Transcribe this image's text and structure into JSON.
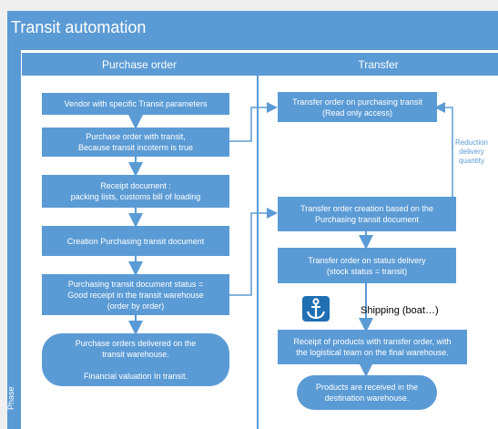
{
  "title": "Transit automation",
  "phase_label": "Phase",
  "lanes": [
    "Purchase order",
    "Transfer"
  ],
  "purchase_steps": [
    "Vendor with specific Transit parameters",
    "Purchase order with transit,\nBecause transit incoterm is true",
    "Receipt document :\npacking lists, customs bill of loading",
    "Creation Purchasing transit document",
    "Purchasing transit document status =\nGood receipt in the transit warehouse\n(order by order)",
    "Purchase orders delivered on the\ntransit warehouse.\n\nFinancial valuation In transit."
  ],
  "transfer_steps": [
    "Transfer order on purchasing transit\n(Read only access)",
    "Transfer order creation based on the\nPurchasing transit document",
    "Transfer order on status delivery\n(stock status = transit)",
    "Receipt of products with transfer order, with\nthe logistical team on the final warehouse.",
    "Products are received in the\ndestination warehouse."
  ],
  "side_note": "Reduction\ndelivery\nquantity",
  "shipping_label": "Shipping (boat…)",
  "icons": {
    "shipping": "anchor-icon"
  },
  "colors": {
    "primary": "#5b9bd5",
    "icon_bg": "#1f6fb2"
  }
}
